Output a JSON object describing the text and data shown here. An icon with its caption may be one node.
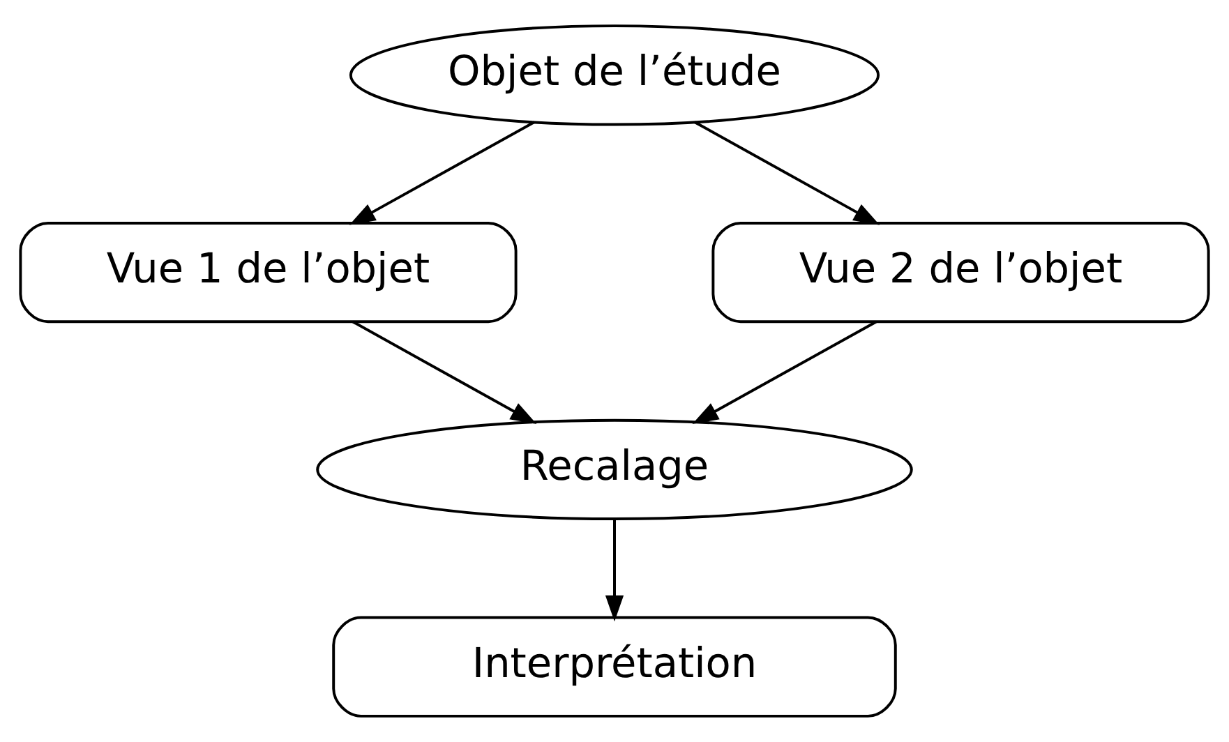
{
  "diagram": {
    "nodes": [
      {
        "text": [
          "Objet de l’étude"
        ]
      },
      {
        "text": [
          "Vue 1 de l’objet"
        ]
      },
      {
        "text": [
          "Vue 2 de l’objet"
        ]
      },
      {
        "text": [
          "Recalage"
        ]
      },
      {
        "text": [
          "Interprétation"
        ]
      }
    ],
    "edges": [
      {
        "from": 0,
        "to": 1,
        "arrow": "to"
      },
      {
        "from": 0,
        "to": 2,
        "arrow": "to"
      },
      {
        "from": 1,
        "to": 3,
        "arrow": "to"
      },
      {
        "from": 2,
        "to": 3,
        "arrow": "to"
      },
      {
        "from": 3,
        "to": 4,
        "arrow": "to"
      }
    ]
  }
}
